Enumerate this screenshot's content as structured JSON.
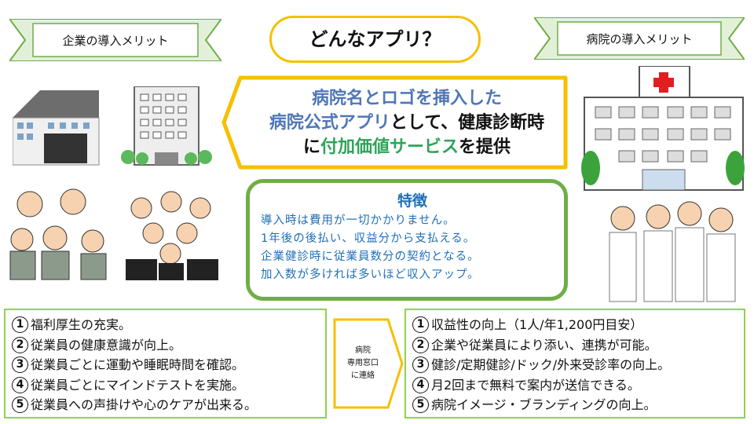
{
  "header": {
    "left_banner": "企業の導入メリット",
    "title": "どんなアプリ？",
    "right_banner": "病院の導入メリット"
  },
  "main_message": {
    "line1": "病院名とロゴを挿入した",
    "line2_blue": "病院公式アプリ",
    "line2_rest": "として、健康診断時",
    "line3_pre": "に",
    "line3_green": "付加価値サービス",
    "line3_post": "を提供"
  },
  "features": {
    "title": "特徴",
    "items": [
      "導入時は費用が一切かかりません。",
      "1年後の後払い、収益分から支払える。",
      "企業健診時に従業員数分の契約となる。",
      "加入数が多ければ多いほど収入アップ。"
    ]
  },
  "company_benefits": [
    {
      "num": "1",
      "text": "福利厚生の充実。"
    },
    {
      "num": "2",
      "text": "従業員の健康意識が向上。"
    },
    {
      "num": "3",
      "text": "従業員ごとに運動や睡眠時間を確認。"
    },
    {
      "num": "4",
      "text": "従業員ごとにマインドテストを実施。"
    },
    {
      "num": "5",
      "text": "従業員への声掛けや心のケアが出来る。"
    }
  ],
  "arrow": {
    "line1": "病院",
    "line2": "専用窓口",
    "line3": "に連絡"
  },
  "hospital_benefits": [
    {
      "num": "1",
      "text": "収益性の向上（1人/年1,200円目安）"
    },
    {
      "num": "2",
      "text": "企業や従業員により添い、連携が可能。"
    },
    {
      "num": "3",
      "text": "健診/定期健診/ドック/外来受診率の向上。"
    },
    {
      "num": "4",
      "text": "月2回まで無料で案内が送信できる。"
    },
    {
      "num": "5",
      "text": "病院イメージ・ブランディングの向上。"
    }
  ],
  "colors": {
    "yellow": "#f5c000",
    "green": "#70ad47",
    "blue": "#4f76b8",
    "feature_text": "#1f6fb8"
  }
}
